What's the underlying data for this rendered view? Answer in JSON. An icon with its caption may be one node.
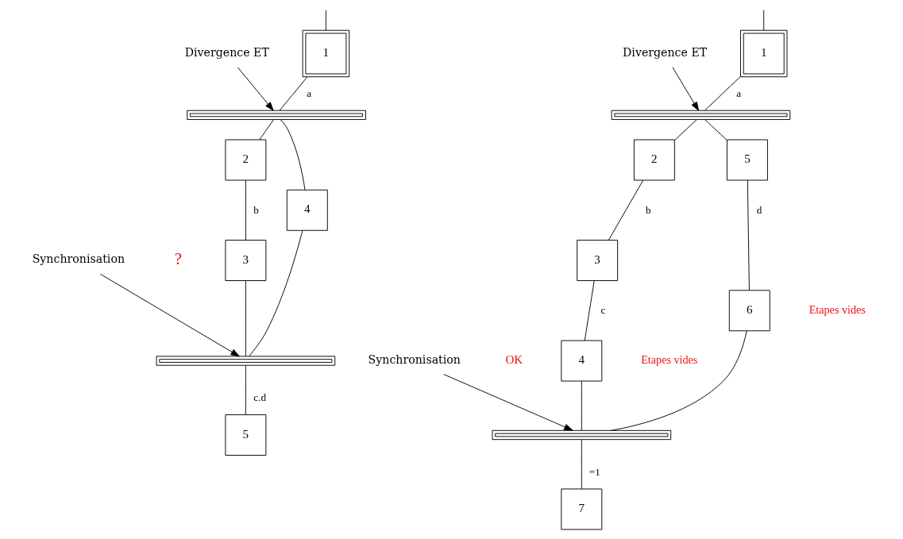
{
  "diagram": {
    "nodes": [
      {
        "text": [
          "1"
        ]
      },
      {
        "text": [],
        "shape": "bar"
      },
      {
        "text": [
          "2"
        ]
      },
      {
        "text": [
          "3"
        ]
      },
      {
        "text": [
          "4"
        ]
      },
      {
        "text": [],
        "shape": "bar"
      },
      {
        "text": [
          "5"
        ]
      },
      {
        "text": [
          "Divergence ET"
        ]
      },
      {
        "text": [
          "Synchronisation"
        ]
      },
      {
        "text": [
          "1"
        ]
      },
      {
        "text": [],
        "shape": "bar"
      },
      {
        "text": [
          "2"
        ]
      },
      {
        "text": [
          "3"
        ]
      },
      {
        "text": [
          "4"
        ],
        "beside": [
          "Etapes vides"
        ]
      },
      {
        "text": [
          "5"
        ]
      },
      {
        "text": [
          "6"
        ],
        "beside": [
          "Etapes vides"
        ]
      },
      {
        "text": [],
        "shape": "bar"
      },
      {
        "text": [
          "7"
        ]
      },
      {
        "text": [
          "Divergence ET"
        ]
      },
      {
        "text": [
          "Synchronisation"
        ]
      }
    ],
    "edges": [
      {
        "from": null,
        "to": 0,
        "arrow": "none"
      },
      {
        "from": 0,
        "to": 1,
        "arrow": "none",
        "label": "a"
      },
      {
        "from": 1,
        "to": 2,
        "arrow": "none"
      },
      {
        "from": 2,
        "to": 3,
        "arrow": "none",
        "label": "b"
      },
      {
        "from": 3,
        "to": 5,
        "arrow": "none"
      },
      {
        "from": 1,
        "to": 4,
        "arrow": "none"
      },
      {
        "from": 4,
        "to": 5,
        "arrow": "none"
      },
      {
        "from": 5,
        "to": 6,
        "arrow": "none",
        "label": "c.d"
      },
      {
        "from": 7,
        "to": 1,
        "arrow": "to"
      },
      {
        "from": 8,
        "to": 5,
        "arrow": "to"
      },
      {
        "from": null,
        "to": 9,
        "arrow": "none"
      },
      {
        "from": 9,
        "to": 10,
        "arrow": "none",
        "label": "a"
      },
      {
        "from": 10,
        "to": 11,
        "arrow": "none"
      },
      {
        "from": 11,
        "to": 12,
        "arrow": "none",
        "label": "b"
      },
      {
        "from": 12,
        "to": 13,
        "arrow": "none",
        "label": "c"
      },
      {
        "from": 13,
        "to": 16,
        "arrow": "none"
      },
      {
        "from": 10,
        "to": 14,
        "arrow": "none"
      },
      {
        "from": 14,
        "to": 15,
        "arrow": "none",
        "label": "d"
      },
      {
        "from": 15,
        "to": 16,
        "arrow": "none"
      },
      {
        "from": 16,
        "to": 17,
        "arrow": "none",
        "label": "=1"
      },
      {
        "from": 18,
        "to": 10,
        "arrow": "to"
      },
      {
        "from": 19,
        "to": 16,
        "arrow": "to"
      }
    ],
    "labels": [
      "?",
      "OK"
    ]
  }
}
